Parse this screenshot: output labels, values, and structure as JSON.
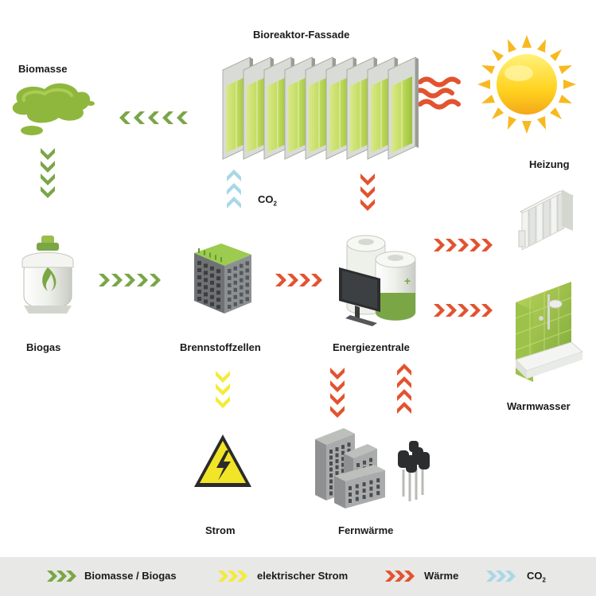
{
  "colors": {
    "biomass": "#7aa646",
    "electric": "#f2ec3a",
    "heat": "#e2532f",
    "co2": "#a8d8e6",
    "legend_bg": "#e8e8e6"
  },
  "nodes": {
    "facade": "Bioreaktor-Fassade",
    "biomass": "Biomasse",
    "heating": "Heizung",
    "co2_prefix": "CO",
    "co2_sub": "2",
    "biogas": "Biogas",
    "fuelcells": "Brennstoffzellen",
    "energy_center": "Energiezentrale",
    "warm_water": "Warmwasser",
    "power": "Strom",
    "district_heat": "Fernwärme"
  },
  "legend": {
    "biomass_biogas": "Biomasse / Biogas",
    "electric": "elektrischer Strom",
    "heat": "Wärme",
    "co2_prefix": "CO",
    "co2_sub": "2"
  },
  "icons": {
    "sun": "sun-icon",
    "facade": "bioreactor-facade-icon",
    "algae": "algae-biomass-icon",
    "gas_tank": "biogas-tank-icon",
    "fuel_cell": "fuel-cell-building-icon",
    "energy_center": "energy-center-icon",
    "radiator": "radiator-icon",
    "shower": "shower-icon",
    "high_voltage": "high-voltage-icon",
    "buildings": "buildings-icon",
    "pipes": "district-heat-pipes-icon",
    "heat_waves": "heat-waves-icon"
  }
}
